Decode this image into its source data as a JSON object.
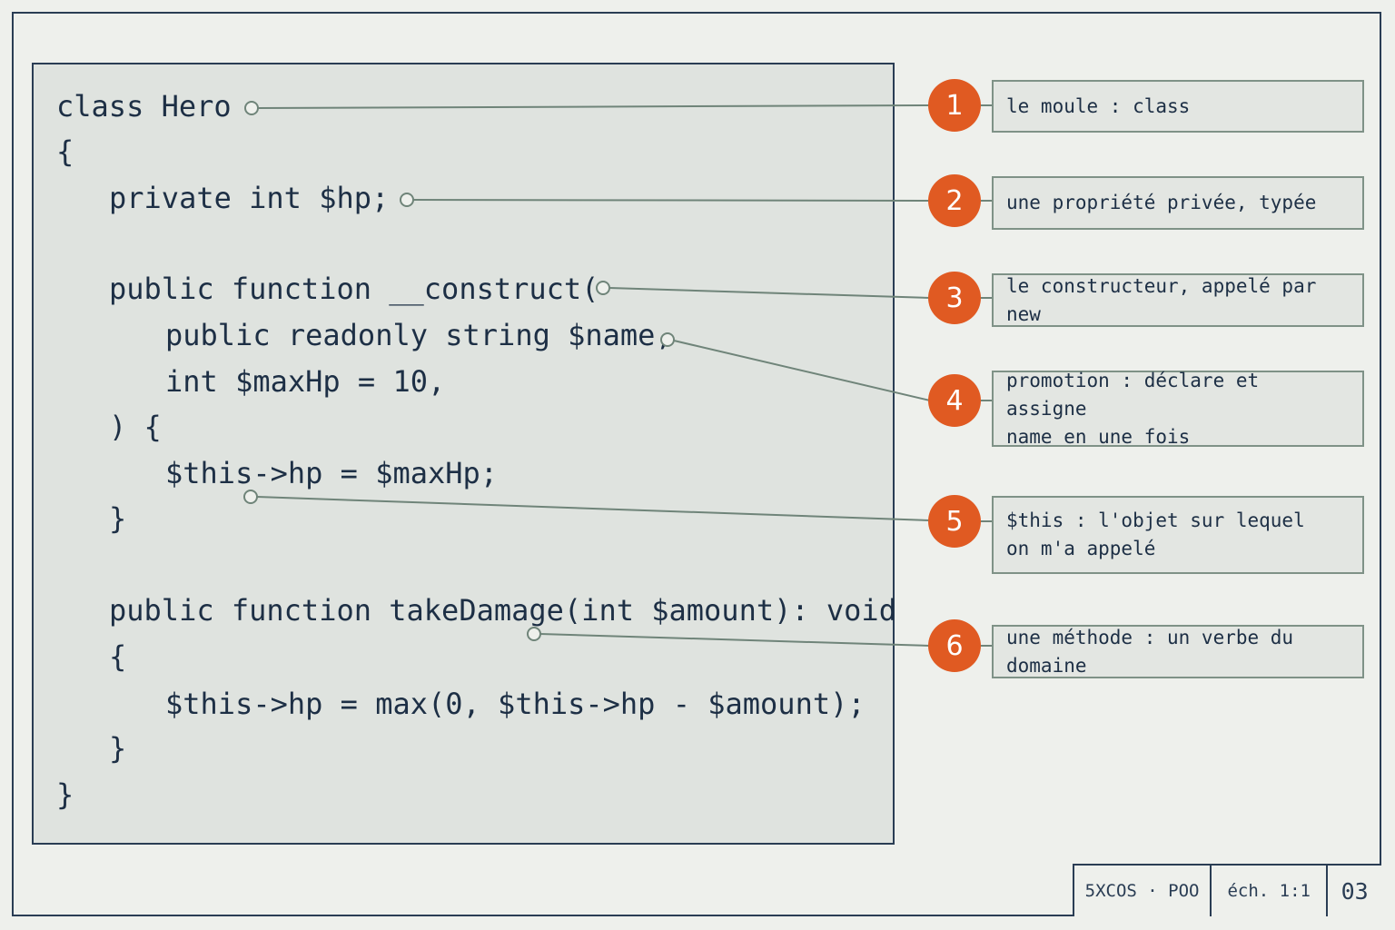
{
  "code": {
    "lines": [
      "class Hero",
      "{",
      "private int $hp;",
      "public function __construct(",
      "public readonly string $name,",
      "int $maxHp = 10,",
      ") {",
      "$this->hp = $maxHp;",
      "}",
      "public function takeDamage(int $amount): void",
      "{",
      "$this->hp = max(0, $this->hp - $amount);",
      "}",
      "}"
    ]
  },
  "annotations": [
    {
      "number": "1",
      "lines": [
        "le moule : class"
      ]
    },
    {
      "number": "2",
      "lines": [
        "une propriété privée, typée"
      ]
    },
    {
      "number": "3",
      "lines": [
        "le constructeur, appelé par new"
      ]
    },
    {
      "number": "4",
      "lines": [
        "promotion : déclare et assigne",
        "name en une fois"
      ]
    },
    {
      "number": "5",
      "lines": [
        "$this : l'objet sur lequel",
        "on m'a appelé"
      ]
    },
    {
      "number": "6",
      "lines": [
        "une méthode : un verbe du domaine"
      ]
    }
  ],
  "title_block": {
    "course": "5XCOS · POO",
    "scale": "éch. 1:1",
    "sheet": "03"
  },
  "colors": {
    "ink": "#1d2f45",
    "accent": "#e05a22",
    "leader": "#6f8479",
    "panel": "#dfe3df",
    "paper": "#eef0ec"
  }
}
